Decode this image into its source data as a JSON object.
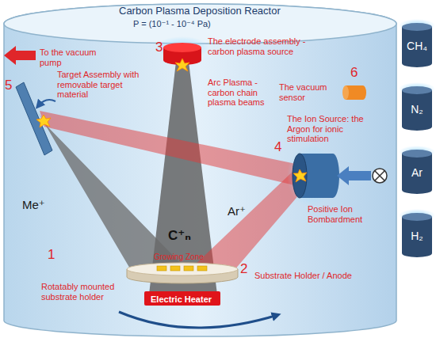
{
  "diagram": {
    "title": "Carbon Plasma Deposition Reactor",
    "nodes": [
      {
        "text": [
          "CH₄"
        ]
      },
      {
        "text": [
          "N₂"
        ]
      },
      {
        "text": [
          "Ar"
        ]
      },
      {
        "text": [
          "H₂"
        ]
      },
      {
        "text": [
          "Electric Heater"
        ]
      }
    ],
    "labels": [
      "P = (10⁻¹ - 10⁻⁴ Pa)",
      "3",
      "The electrode assembly - carbon plasma source",
      "6",
      "The vacuum sensor",
      "To the vacuum pump",
      "Target Assembly with removable target material",
      "5",
      "Arc Plasma - carbon chain plasma beams",
      "4",
      "The Ion Source: the Argon for ionic stimulation",
      "Me⁺",
      "Positive Ion Bombardment",
      "Ar⁺",
      "C⁺ₙ",
      "1",
      "Growing Zone",
      "2",
      "Substrate Holder / Anode",
      "Rotatably mounted substrate holder"
    ]
  }
}
